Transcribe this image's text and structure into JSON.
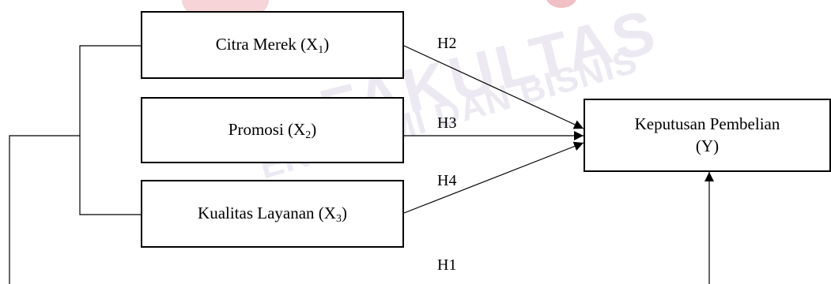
{
  "watermark": {
    "line1": "FAKULTAS",
    "line2": "EKONOMI DAN BISNIS"
  },
  "boxes": {
    "citra_merek": {
      "text": "Citra Merek (X",
      "sub": "1",
      "close": ")"
    },
    "promosi": {
      "text": "Promosi (X",
      "sub": "2",
      "close": ")"
    },
    "kualitas_layanan": {
      "text": "Kualitas Layanan (X",
      "sub": "3",
      "close": ")"
    },
    "keputusan": {
      "line1": "Keputusan Pembelian",
      "line2": "(Y)"
    }
  },
  "hypotheses": {
    "h1": "H1",
    "h2": "H2",
    "h3": "H3",
    "h4": "H4"
  }
}
